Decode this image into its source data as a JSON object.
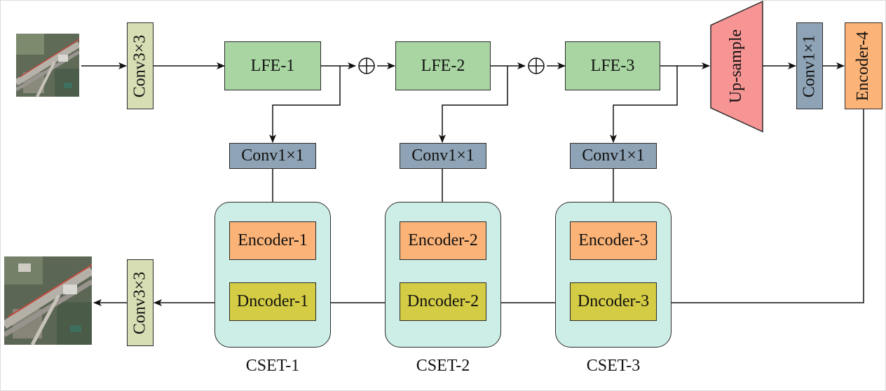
{
  "nodes": {
    "conv33_in": "Conv3×3",
    "lfe1": "LFE-1",
    "lfe2": "LFE-2",
    "lfe3": "LFE-3",
    "upsample": "Up-sample",
    "conv11_top": "Conv1×1",
    "encoder4": "Encoder-4",
    "conv11_1": "Conv1×1",
    "conv11_2": "Conv1×1",
    "conv11_3": "Conv1×1",
    "encoder1": "Encoder-1",
    "encoder2": "Encoder-2",
    "encoder3": "Encoder-3",
    "decoder1": "Dncoder-1",
    "decoder2": "Dncoder-2",
    "decoder3": "Dncoder-3",
    "conv33_out": "Conv3×3"
  },
  "groups": {
    "cset1": "CSET-1",
    "cset2": "CSET-2",
    "cset3": "CSET-3"
  },
  "colors": {
    "lfe": "#a8d5a2",
    "conv1x1": "#8ea3b5",
    "conv3x3": "#d8deb4",
    "encoder": "#fbb377",
    "decoder": "#d4cc44",
    "cset": "#cdeee6",
    "upsample": "#f79494"
  },
  "images": {
    "input": "aerial-image-input",
    "output": "aerial-image-output"
  }
}
